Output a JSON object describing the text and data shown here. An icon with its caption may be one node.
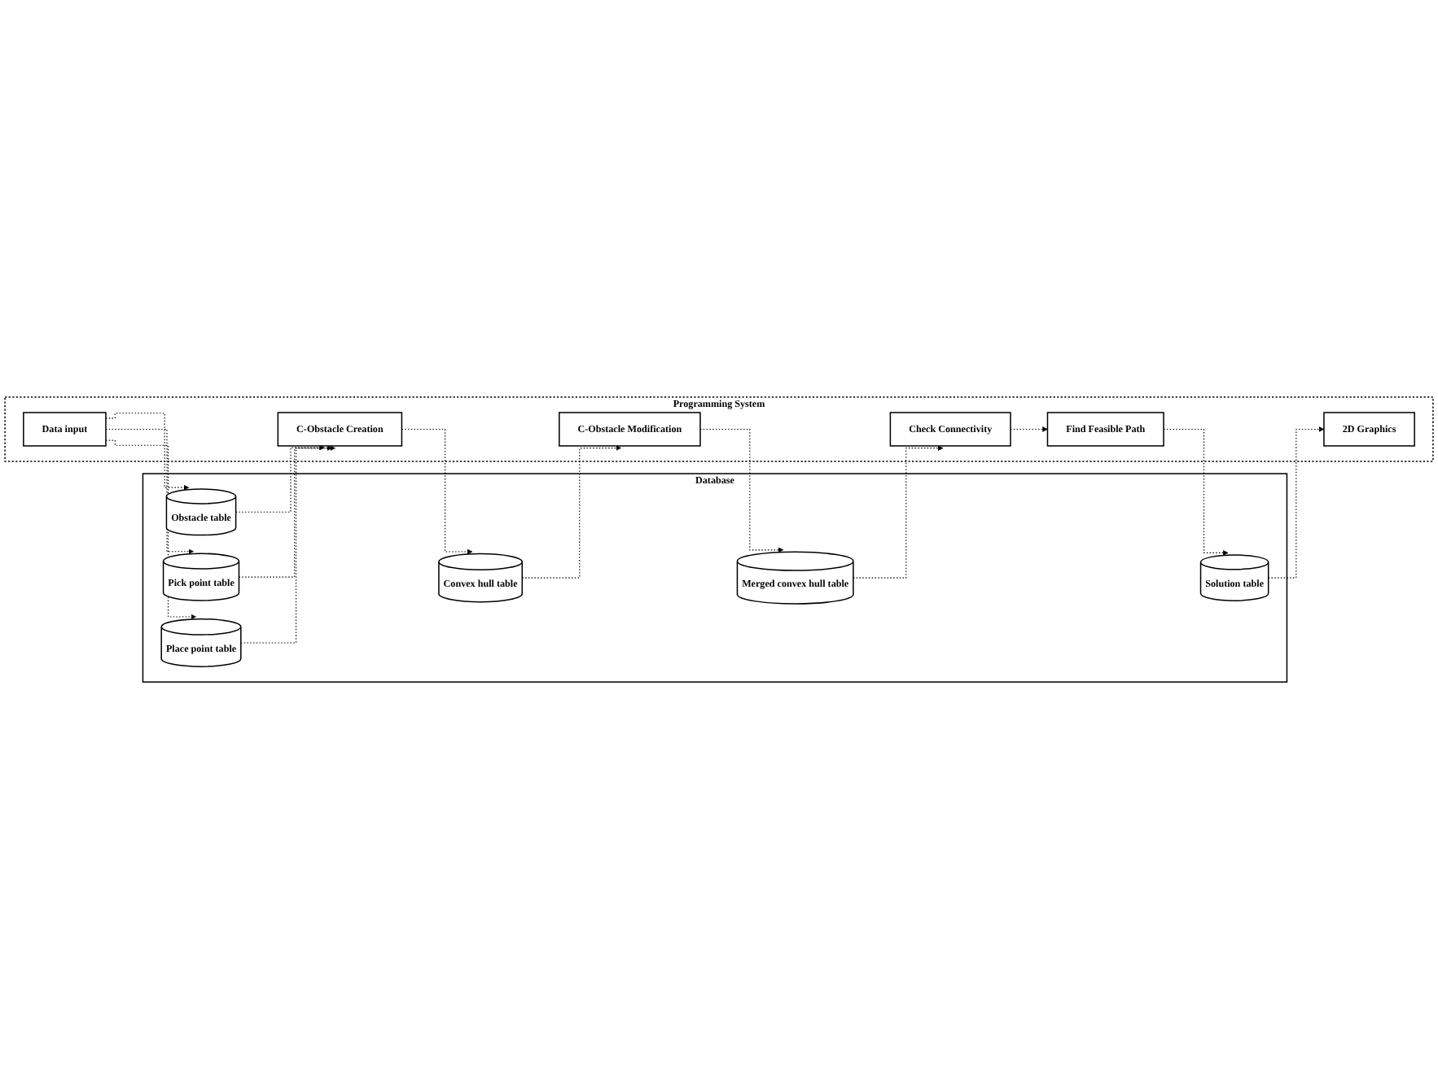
{
  "diagram": {
    "nodes": [
      {
        "text": [
          "Database"
        ]
      },
      {
        "text": [
          "Programming System"
        ]
      },
      {
        "text": [
          "Obstacle table"
        ],
        "in": 0
      },
      {
        "text": [
          "Pick point table"
        ],
        "in": 0
      },
      {
        "text": [
          "Place point table"
        ],
        "in": 0
      },
      {
        "text": [
          "Convex hull table"
        ],
        "in": 0
      },
      {
        "text": [
          "Merged convex hull table"
        ],
        "in": 0
      },
      {
        "text": [
          "Solution table"
        ],
        "in": 0
      },
      {
        "text": [
          "Data input"
        ],
        "in": 1
      },
      {
        "text": [
          "C-Obstacle Creation"
        ],
        "in": 1
      },
      {
        "text": [
          "C-Obstacle Modification"
        ],
        "in": 1
      },
      {
        "text": [
          "Check Connectivity"
        ],
        "in": 1
      },
      {
        "text": [
          "Find Feasible Path"
        ],
        "in": 1
      },
      {
        "text": [
          "2D Graphics"
        ],
        "in": 1
      }
    ],
    "edges": [
      {
        "from": 8,
        "to": 2,
        "arrow": "to",
        "style": "dashed"
      },
      {
        "from": 8,
        "to": 3,
        "arrow": "to",
        "style": "dashed"
      },
      {
        "from": 8,
        "to": 4,
        "arrow": "to",
        "style": "dashed"
      },
      {
        "from": 2,
        "to": 9,
        "arrow": "to",
        "style": "dashed"
      },
      {
        "from": 3,
        "to": 9,
        "arrow": "to",
        "style": "dashed"
      },
      {
        "from": 4,
        "to": 9,
        "arrow": "to",
        "style": "dashed"
      },
      {
        "from": 9,
        "to": 5,
        "arrow": "to",
        "style": "dashed"
      },
      {
        "from": 5,
        "to": 10,
        "arrow": "to",
        "style": "dashed"
      },
      {
        "from": 10,
        "to": 6,
        "arrow": "to",
        "style": "dashed"
      },
      {
        "from": 6,
        "to": 11,
        "arrow": "to",
        "style": "dashed"
      },
      {
        "from": 11,
        "to": 12,
        "arrow": "to",
        "style": "dashed"
      },
      {
        "from": 12,
        "to": 7,
        "arrow": "to",
        "style": "dashed"
      },
      {
        "from": 7,
        "to": 13,
        "arrow": "to",
        "style": "dashed"
      }
    ]
  }
}
